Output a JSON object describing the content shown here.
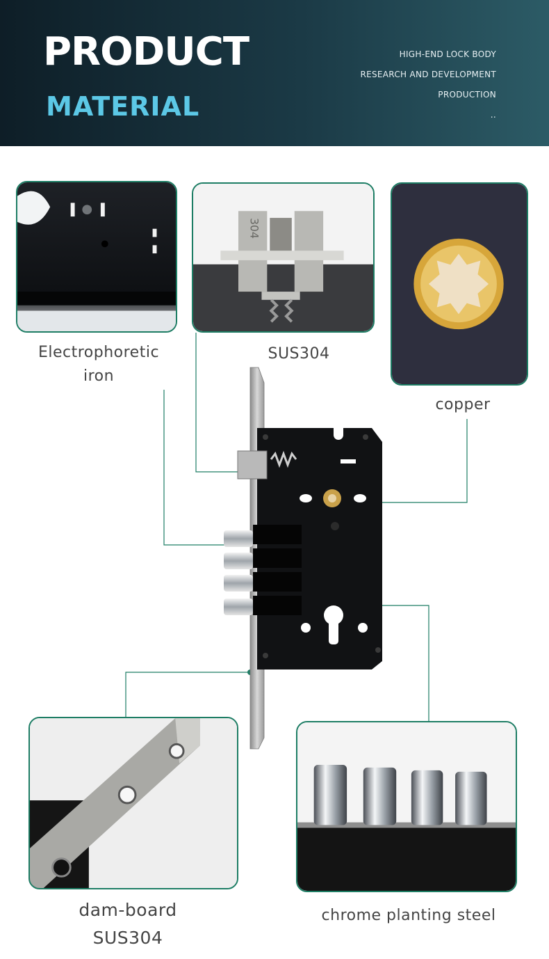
{
  "header": {
    "title": "PRODUCT",
    "subtitle": "MATERIAL",
    "notes": [
      "HIGH-END LOCK BODY",
      "RESEARCH AND DEVELOPMENT",
      "PRODUCTION",
      ".."
    ]
  },
  "callouts": {
    "electrophoretic": {
      "line1": "Electrophoretic",
      "line2": "iron"
    },
    "sus304": {
      "label": "SUS304"
    },
    "copper": {
      "label": "copper"
    },
    "damboard": {
      "line1": "dam-board",
      "line2": "SUS304"
    },
    "chrome": {
      "label": "chrome planting steel"
    }
  },
  "stamp_text": "304",
  "colors": {
    "accent": "#1d7d64",
    "banner_dark": "#0e1e27",
    "banner_light": "#2c5b66",
    "subtitle": "#5cc8e6"
  }
}
